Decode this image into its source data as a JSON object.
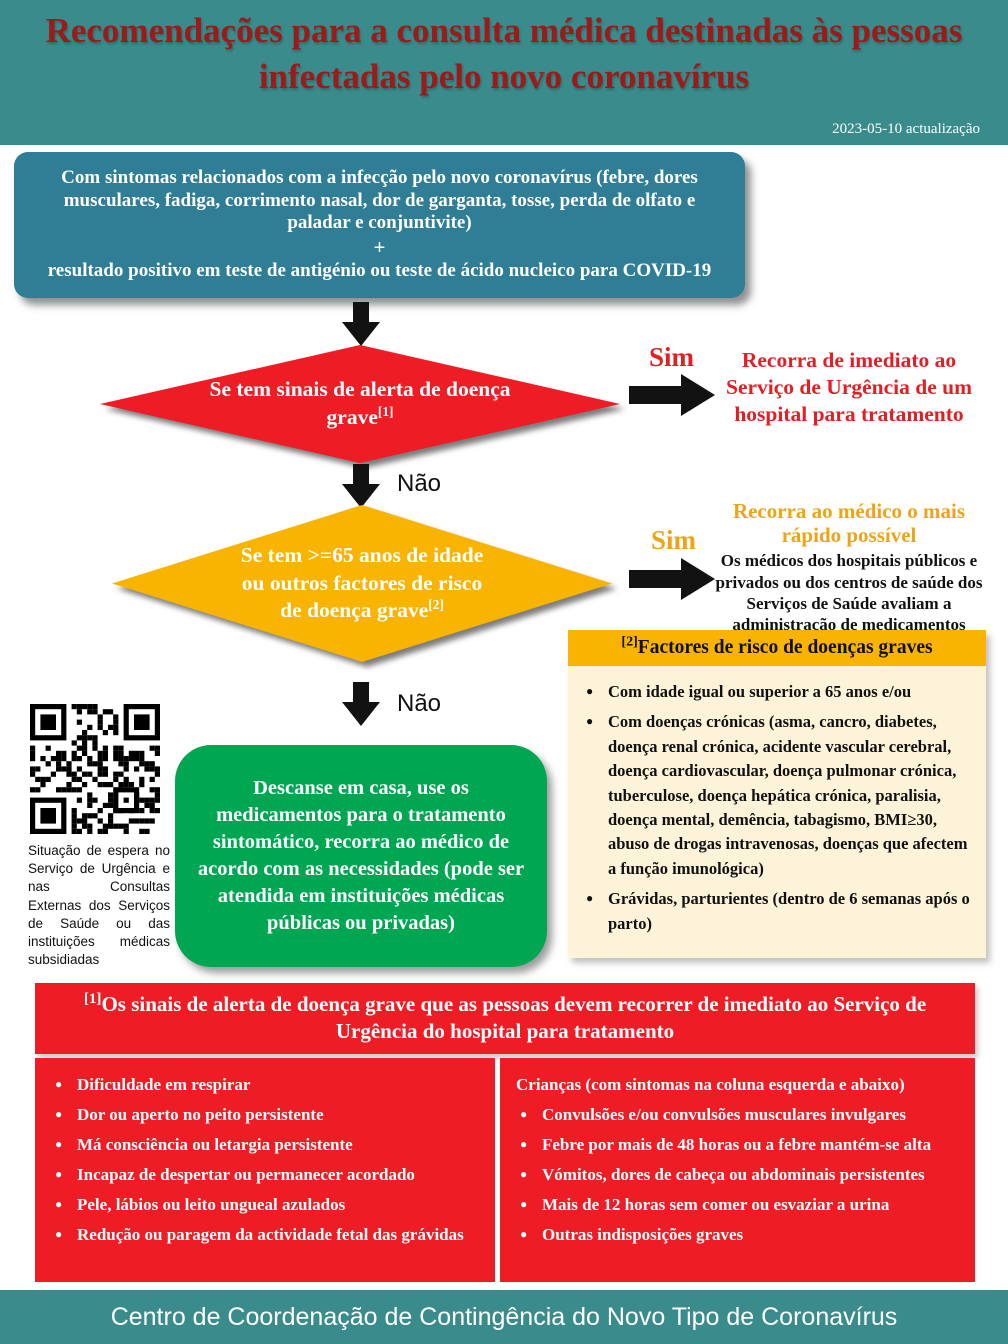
{
  "colors": {
    "teal": "#3a8c8c",
    "steel_teal": "#2f7e95",
    "red": "#ee1c25",
    "dark_red": "#9b1a1a",
    "gold": "#f8b400",
    "gold_text": "#eca418",
    "green": "#00a651",
    "cream": "#fdf3d9"
  },
  "header": {
    "title": "Recomendações para a consulta médica destinadas às pessoas infectadas pelo novo coronavírus",
    "updated": "2023-05-10 actualização"
  },
  "intro_box": {
    "line1": "Com sintomas relacionados com a infecção pelo novo coronavírus (febre, dores musculares, fadiga, corrimento nasal, dor de garganta, tosse, perda de olfato e paladar e conjuntivite)",
    "plus": "+",
    "line2": "resultado positivo em teste de antigénio ou teste de ácido nucleico para COVID-19"
  },
  "decision1": {
    "question": "Se tem sinais de alerta de doença grave",
    "ref": "[1]",
    "yes_label": "Sim",
    "no_label": "Não",
    "yes_outcome": "Recorra de imediato ao Serviço de Urgência de um hospital para tratamento"
  },
  "decision2": {
    "question": "Se tem >=65 anos de idade ou outros factores de risco de doença grave",
    "ref": "[2]",
    "yes_label": "Sim",
    "no_label": "Não",
    "yes_outcome_title": "Recorra ao médico o mais rápido possível",
    "yes_outcome_body": "Os médicos dos hospitais públicos e privados ou dos centros de saúde dos Serviços de Saúde avaliam a administração de medicamentos"
  },
  "risk_factors": {
    "ref": "[2]",
    "title": "Factores de risco de doenças graves",
    "items": [
      "Com idade igual ou superior a 65 anos e/ou",
      "Com doenças crónicas (asma, cancro, diabetes, doença renal crónica, acidente vascular cerebral, doença cardiovascular, doença pulmonar crónica, tuberculose, doença hepática crónica, paralisia, doença mental, demência, tabagismo, BMI≥30, abuso de drogas intravenosas, doenças que afectem a função imunológica)",
      "Grávidas, parturientes (dentro de 6 semanas após o parto)"
    ]
  },
  "home_care_box": {
    "text": "Descanse em casa, use os medicamentos para o tratamento sintomático, recorra ao médico de acordo com as necessidades (pode ser atendida em instituições médicas públicas ou privadas)"
  },
  "qr": {
    "icon": "qr-code",
    "caption": "Situação de espera no Serviço de Urgência e nas Consultas Externas dos Serviços de Saúde ou das instituições médicas subsidiadas"
  },
  "warning_signs": {
    "ref": "[1]",
    "title": "Os sinais de alerta de doença grave que as pessoas devem recorrer de imediato ao Serviço de Urgência do hospital para tratamento",
    "adult_items": [
      "Dificuldade em respirar",
      "Dor ou aperto no peito persistente",
      "Má consciência ou letargia persistente",
      "Incapaz de despertar ou permanecer acordado",
      "Pele, lábios ou leito ungueal azulados",
      "Redução ou paragem da actividade fetal das grávidas"
    ],
    "children_header": "Crianças (com sintomas na coluna esquerda e abaixo)",
    "children_items": [
      "Convulsões e/ou convulsões musculares invulgares",
      "Febre por mais de 48 horas ou a febre mantém-se alta",
      "Vómitos, dores de cabeça ou abdominais persistentes",
      "Mais de 12 horas sem comer ou esvaziar a urina",
      "Outras indisposições graves"
    ]
  },
  "footer": {
    "text": "Centro de Coordenação de Contingência do Novo Tipo de Coronavírus"
  }
}
